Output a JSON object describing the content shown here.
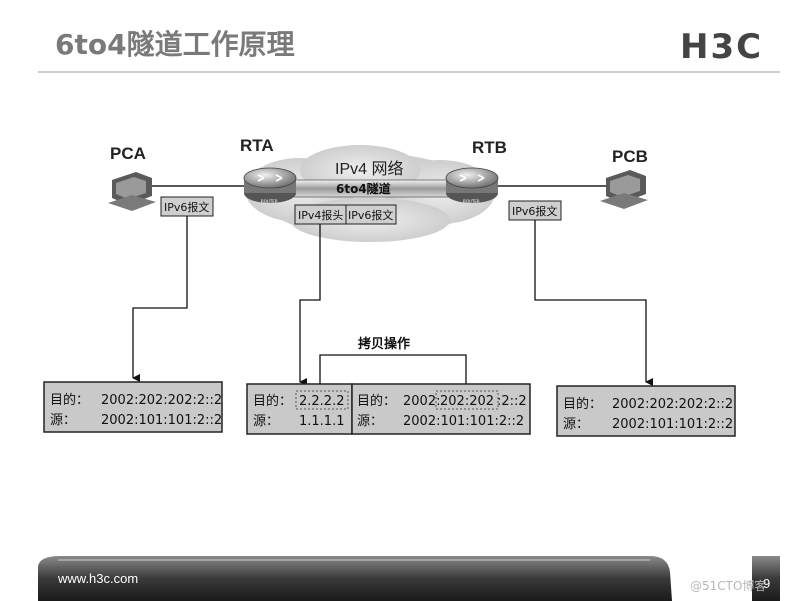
{
  "title": "6to4隧道工作原理",
  "logo": "H3C",
  "nodes": {
    "pca": "PCA",
    "rta": "RTA",
    "rtb": "RTB",
    "pcb": "PCB",
    "router_caption": "ROUTER"
  },
  "cloud": {
    "label": "IPv4 网络",
    "tunnel_label": "6to4隧道"
  },
  "packet_tags": {
    "left_ipv6": "IPv6报文",
    "ipv4_header": "IPv4报头",
    "center_ipv6": "IPv6报文",
    "right_ipv6": "IPv6报文"
  },
  "copy_operation": "拷贝操作",
  "boxes": {
    "left": {
      "dst_label": "目的：",
      "dst_value": "2002:202:202:2::2",
      "src_label": "源：",
      "src_value": "2002:101:101:2::2"
    },
    "middle_ipv4": {
      "dst_label": "目的：",
      "dst_value": "2.2.2.2",
      "src_label": "源：",
      "src_value": "1.1.1.1"
    },
    "middle_ipv6": {
      "dst_label": "目的：",
      "dst_prefix": "2002:",
      "dst_highlight": "202:202",
      "dst_suffix": ":2::2",
      "src_label": "源：",
      "src_value": "2002:101:101:2::2"
    },
    "right": {
      "dst_label": "目的：",
      "dst_value": "2002:202:202:2::2",
      "src_label": "源：",
      "src_value": "2002:101:101:2::2"
    }
  },
  "footer": {
    "url": "www.h3c.com",
    "page": "9"
  },
  "watermark": "@51CTO博客"
}
